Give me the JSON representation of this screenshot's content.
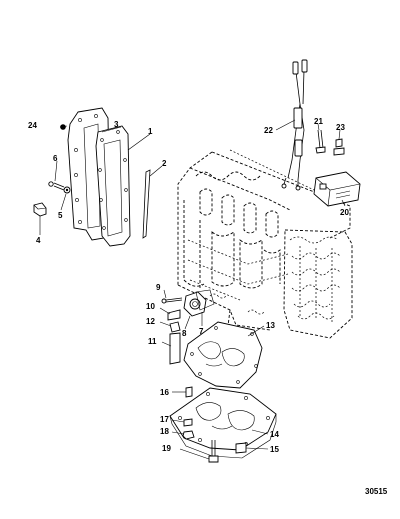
{
  "diagram": {
    "callouts": {
      "c1": "1",
      "c2": "2",
      "c3": "3",
      "c4": "4",
      "c5": "5",
      "c6": "6",
      "c7": "7",
      "c8": "8",
      "c9": "9",
      "c10": "10",
      "c11": "11",
      "c12": "12",
      "c13": "13",
      "c14": "14",
      "c15": "15",
      "c16": "16",
      "c17": "17",
      "c18": "18",
      "c19": "19",
      "c20": "20",
      "c21": "21",
      "c22": "22",
      "c23": "23",
      "c24": "24"
    },
    "reference_number": "30515"
  }
}
